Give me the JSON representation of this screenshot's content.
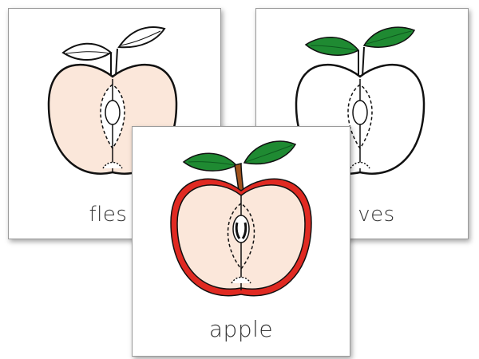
{
  "cards": {
    "left": {
      "label": "flesh",
      "visible_label": "fles"
    },
    "right": {
      "label": "leaves",
      "visible_label": "ves"
    },
    "front": {
      "label": "apple"
    }
  },
  "colors": {
    "flesh": "#fbe7da",
    "skin": "#e02a22",
    "leaf": "#1f8a32",
    "stem": "#a0521d",
    "outline": "#111111"
  },
  "icons": [
    "apple-half-flesh-icon",
    "apple-half-leaves-icon",
    "apple-half-full-color-icon"
  ]
}
